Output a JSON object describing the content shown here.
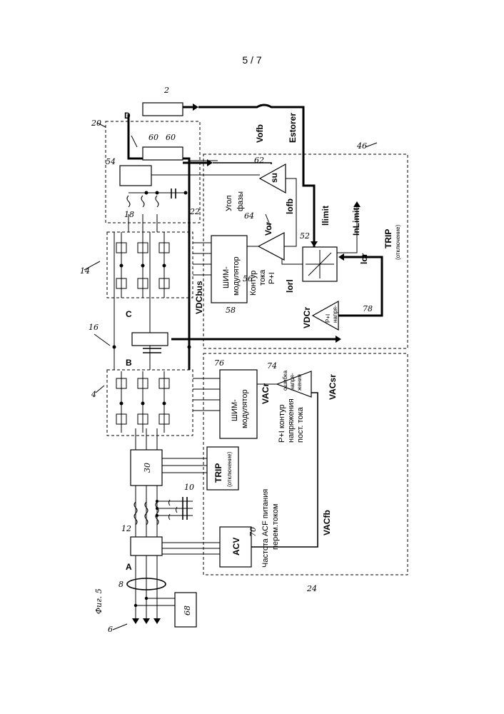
{
  "page": {
    "number": "5 / 7"
  },
  "figure": {
    "caption": "Фиг. 5"
  },
  "nodes": {
    "a": "A",
    "b": "B",
    "c": "C",
    "d": "D"
  },
  "refs": {
    "r6": "6",
    "r8": "8",
    "r68": "68",
    "r12": "12",
    "r10": "10",
    "r4": "4",
    "r30": "30",
    "r70": "70",
    "r24": "24",
    "r76": "76",
    "r74": "74",
    "r16": "16",
    "r14": "14",
    "r58": "58",
    "r56": "56",
    "r78": "78",
    "r46": "46",
    "r52": "52",
    "r64": "64",
    "r62": "62",
    "r20": "20",
    "r18": "18",
    "r22": "22",
    "r54": "54",
    "r60a": "60",
    "r60b": "60",
    "r2": "2"
  },
  "labels": {
    "acv": "ACV",
    "trip": "TRIP",
    "trip_sub": "(отключение)",
    "freq_line1": "Частота ACF питания",
    "freq_line2": "перем.током",
    "vacfb": "VACfb",
    "vacr": "VACr",
    "vacsr": "VACsr",
    "pwm_left_1": "ШИМ-",
    "pwm_left_2": "модулятор",
    "pi_dc_1": "P+I контур",
    "pi_dc_2": "напряжения",
    "pi_dc_3": "пост. тока",
    "err_1": "ошибка",
    "err_2": "напря-",
    "err_3": "жения",
    "vdcbus": "VDCbus",
    "vdcr": "VDCr",
    "pi_v": "P+I",
    "pi_v_sub1": "напря-",
    "pi_v_sub2": "жение",
    "pwm_right_1": "ШИМ-",
    "pwm_right_2": "модулятор",
    "loop_1": "Контур",
    "loop_2": "тока",
    "loop_3": "P+I",
    "lorl": "lorl",
    "vor": "Vor",
    "phase_1": "Угол",
    "phase_2": "фазы",
    "su": "su",
    "lofb": "lofb",
    "vofb": "Vofb",
    "estorer": "Estorer",
    "llimit": "llimit",
    "inlimit": "InLimit",
    "lor": "lor",
    "trip2": "TRIP",
    "trip2_sub": "(отключение)"
  }
}
